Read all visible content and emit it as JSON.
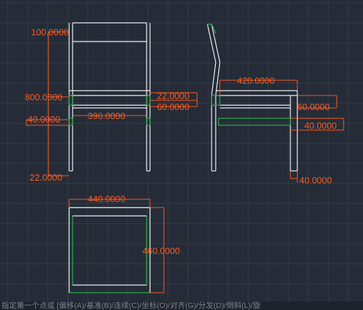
{
  "colors": {
    "background": "#252c38",
    "grid": "#323b48",
    "geometry": "#f2f2f2",
    "highlight": "#29b24a",
    "dimension": "#ff5a1f"
  },
  "dimensions": {
    "front_top": "100.0000",
    "front_total": "800.0000",
    "front_rail_height": "40.0000",
    "front_inner_width": "396.0000",
    "front_seat_thickness": "22.0000",
    "front_rail_gap": "60.0000",
    "front_bottom": "22.0000",
    "side_depth": "420.0000",
    "side_gap": "60.0000",
    "side_rail": "40.0000",
    "side_leg": "40.0000",
    "plan_width": "440.0000",
    "plan_depth": "460.0000"
  },
  "command_line": "指定第一个点或 [偏移(A)/基准(B)/连续(C)/坐标(O)/对齐(G)/分发(D)/倒斜(L)/旋"
}
